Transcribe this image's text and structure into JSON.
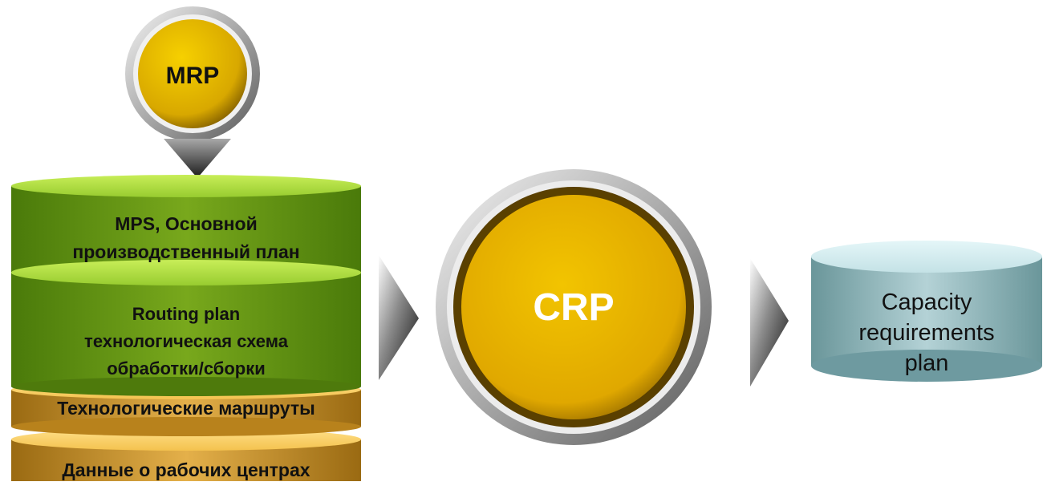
{
  "diagram": {
    "mrp_node": {
      "label": "MRP"
    },
    "crp_node": {
      "label": "CRP"
    },
    "input_stack": {
      "layers": [
        {
          "lines": [
            "MPS, Основной",
            "производственный план"
          ]
        },
        {
          "lines": [
            "Routing plan",
            "технологическая схема",
            "обработки/сборки"
          ]
        },
        {
          "lines": [
            "Технологические маршруты"
          ]
        },
        {
          "lines": [
            "Данные о рабочих центрах"
          ]
        }
      ]
    },
    "output": {
      "lines": [
        "Capacity",
        "requirements",
        "plan"
      ]
    },
    "colors": {
      "green_dark": "#4e7a0c",
      "green_light": "#a8d63a",
      "gold_dark": "#b07a1a",
      "gold_light": "#f2c45a",
      "crp_gold": "#e8b800",
      "teal_dark": "#6e9aa0",
      "teal_light": "#d5eef2"
    }
  }
}
